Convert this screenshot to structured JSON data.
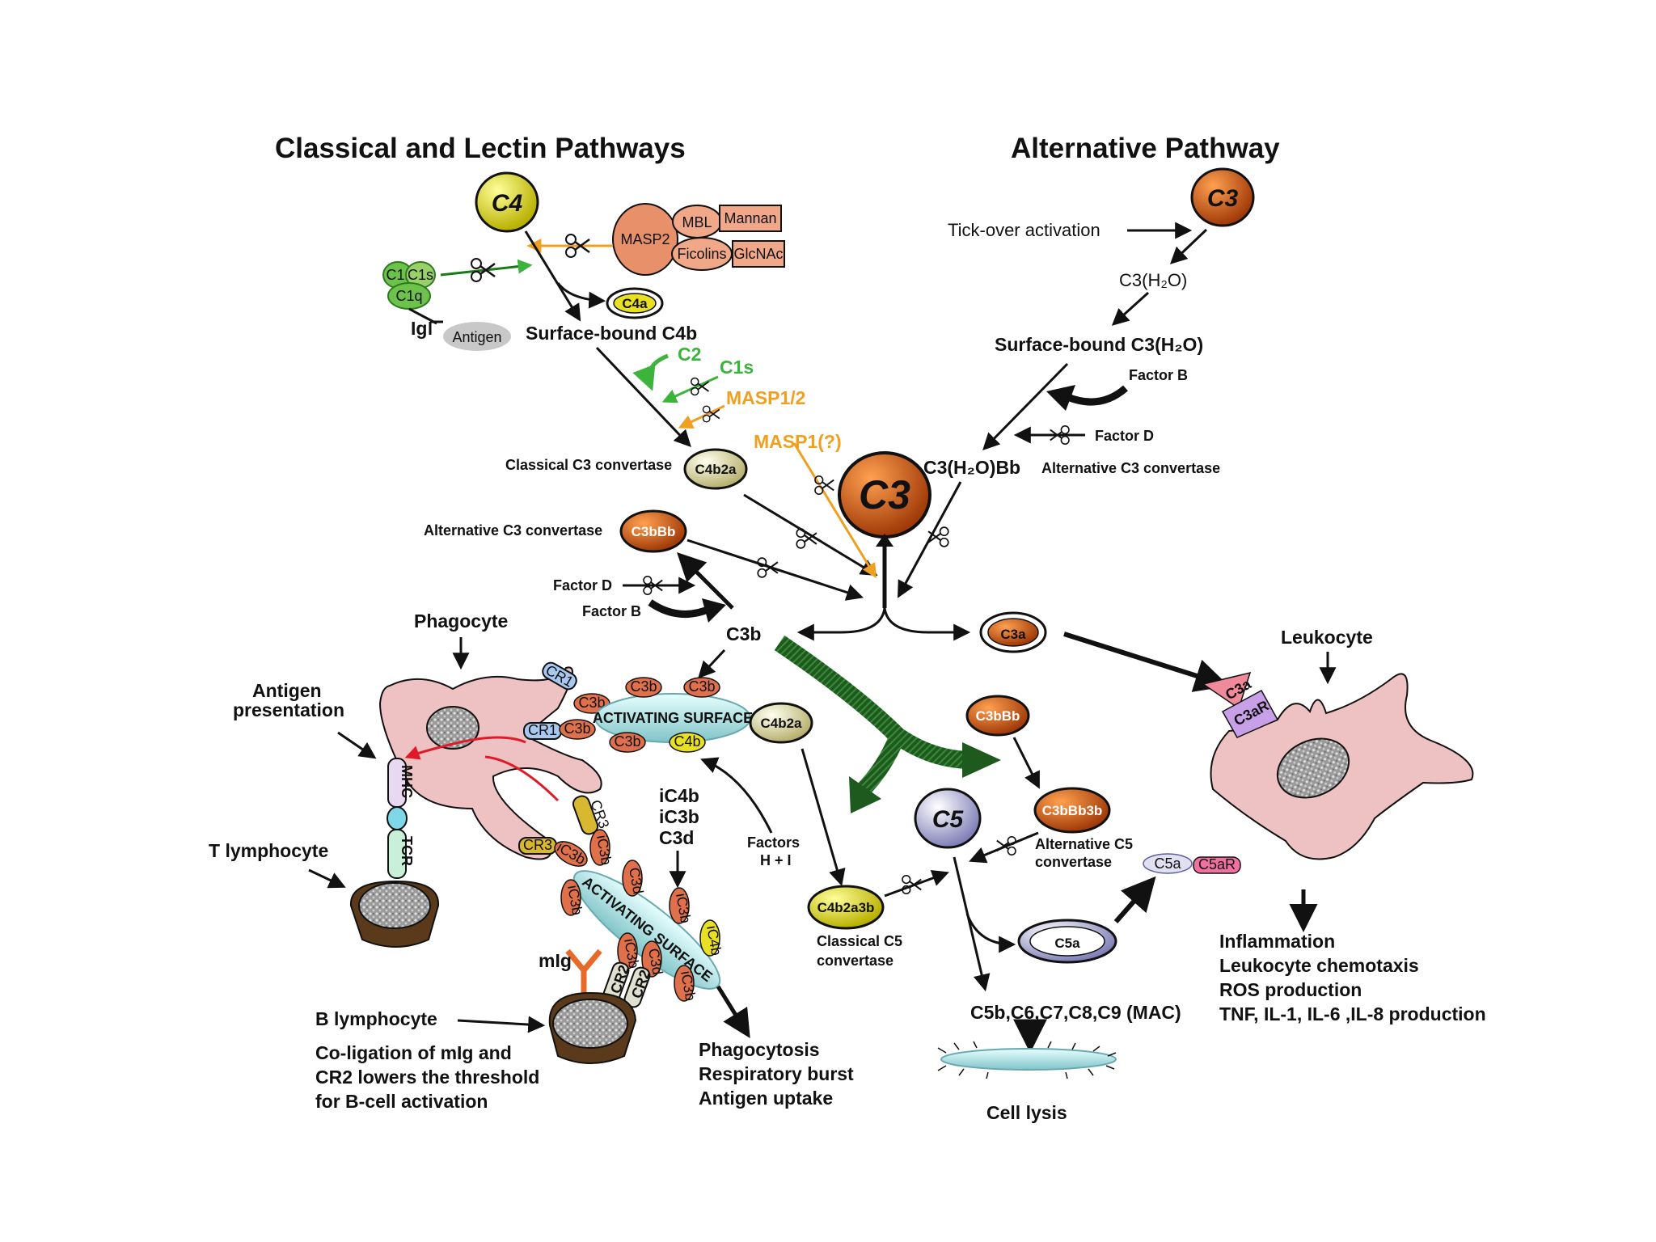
{
  "titles": {
    "classical": "Classical and Lectin Pathways",
    "alternative": "Alternative Pathway"
  },
  "molecules": {
    "c4": "C4",
    "c3_top": "C3",
    "c3_center": "C3",
    "c5": "C5",
    "c4a": "C4a",
    "c3a": "C3a",
    "c5a_center": "C5a",
    "c4b2a_upper": "C4b2a",
    "c3bbb_left": "C3bBb",
    "c4b2a_surface": "C4b2a",
    "c3bbb_right": "C3bBb",
    "c3bbb3b": "C3bBb3b",
    "c4b2a3b": "C4b2a3b",
    "c3b": "C3b",
    "masp2": "MASP2",
    "mbl": "MBL",
    "ficolins": "Ficolins",
    "mannan": "Mannan",
    "glcnac": "GlcNAc",
    "c1r": "C1r",
    "c1s_box": "C1s",
    "c1q": "C1q",
    "ig": "Ig",
    "antigen": "Antigen"
  },
  "labels": {
    "surface_c4b": "Surface-bound C4b",
    "c2": "C2",
    "c1s": "C1s",
    "masp12": "MASP1/2",
    "masp1q": "MASP1(?)",
    "classical_c3_conv": "Classical C3 convertase",
    "alt_c3_conv_left": "Alternative C3 convertase",
    "factor_d_left": "Factor D",
    "factor_b_left": "Factor B",
    "tick_over": "Tick-over activation",
    "c3h2o": "C3(H₂O)",
    "surface_c3h2o": "Surface-bound C3(H₂O)",
    "factor_b_right": "Factor B",
    "factor_d_right": "Factor D",
    "c3h2obb": "C3(H₂O)Bb",
    "alt_c3_conv_right": "Alternative C3 convertase",
    "phagocyte": "Phagocyte",
    "antigen_presentation_1": "Antigen",
    "antigen_presentation_2": "presentation",
    "t_lymphocyte": "T lymphocyte",
    "ic4b": "iC4b",
    "ic3b": "iC3b",
    "c3d": "C3d",
    "factors_hi_1": "Factors",
    "factors_hi_2": "H + I",
    "activating_surface": "ACTIVATING SURFACE",
    "mig": "mIg",
    "b_lymphocyte": "B lymphocyte",
    "coligation_1": "Co-ligation of mIg and",
    "coligation_2": "CR2 lowers the threshold",
    "coligation_3": "for B-cell activation",
    "phago_out_1": "Phagocytosis",
    "phago_out_2": "Respiratory burst",
    "phago_out_3": "Antigen uptake",
    "classical_c5_conv_1": "Classical C5",
    "classical_c5_conv_2": "convertase",
    "alt_c5_conv_1": "Alternative C5",
    "alt_c5_conv_2": "convertase",
    "mac": "C5b,C6,C7,C8,C9 (MAC)",
    "cell_lysis": "Cell lysis",
    "leukocyte": "Leukocyte",
    "inflammation_1": "Inflammation",
    "inflammation_2": "Leukocyte chemotaxis",
    "inflammation_3": "ROS production",
    "inflammation_4": "TNF, IL-1, IL-6 ,IL-8 production"
  },
  "receptors": {
    "cr1_top": "CR1",
    "cr1_mid": "CR1",
    "cr3_a": "CR3",
    "cr3_b": "CR3",
    "cr2_a": "CR2",
    "cr2_b": "CR2",
    "mhc": "MHC",
    "tcr": "TCR",
    "c3ar": "C3aR",
    "c5ar": "C5aR",
    "c3a_bound": "C3a",
    "c5a_bound": "C5a"
  },
  "surface_chips": {
    "c3b": "C3b",
    "c4b": "C4b",
    "ic3b": "iC3b",
    "c3d": "C3d",
    "ic4b": "iC4b"
  },
  "colors": {
    "yellow": "#e8e020",
    "orange": "#e0601a",
    "salmon": "#e88a6a",
    "cell_pink": "#eec2c2",
    "green_arrow": "#1e5a1e",
    "lectin_orange": "#f0a020",
    "classical_green": "#3cb43c"
  }
}
